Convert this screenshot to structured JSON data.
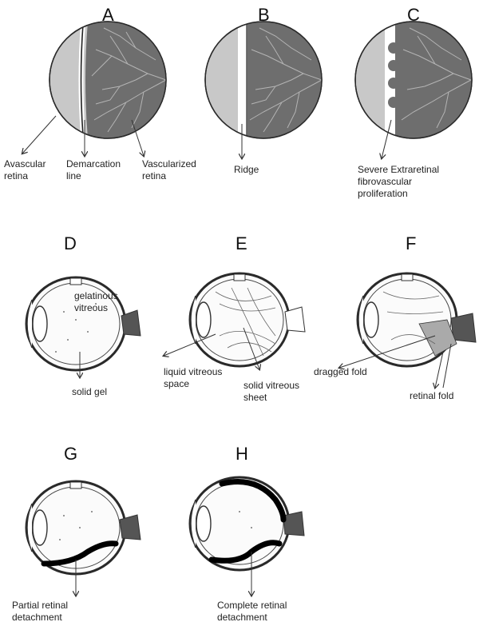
{
  "panels": {
    "A": {
      "letter": "A",
      "labels": [
        "Avascular\nretina",
        "Demarcation\nline",
        "Vascularized\nretina"
      ]
    },
    "B": {
      "letter": "B",
      "labels": [
        "Ridge"
      ]
    },
    "C": {
      "letter": "C",
      "labels": [
        "Severe Extraretinal\nfibrovascular\nproliferation"
      ]
    },
    "D": {
      "letter": "D",
      "labels": [
        "gelatinous\nvitreous",
        "solid gel"
      ]
    },
    "E": {
      "letter": "E",
      "labels": [
        "liquid vitreous\nspace",
        "solid vitreous\nsheet"
      ]
    },
    "F": {
      "letter": "F",
      "labels": [
        "dragged fold",
        "retinal fold"
      ]
    },
    "G": {
      "letter": "G",
      "labels": [
        "Partial retinal\ndetachment"
      ]
    },
    "H": {
      "letter": "H",
      "labels": [
        "Complete retinal\ndetachment"
      ]
    }
  },
  "colors": {
    "avascular": "#c8c8c8",
    "vascular": "#6e6e6e",
    "vessel": "#b4b4b4",
    "outline": "#2a2a2a",
    "detachment": "#000000"
  }
}
